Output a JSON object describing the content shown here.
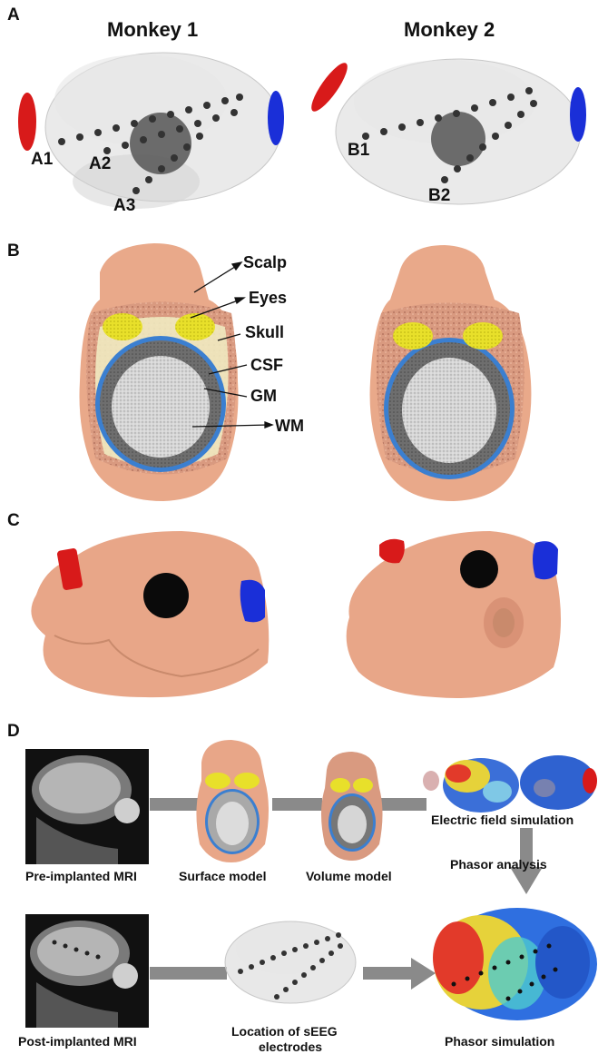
{
  "panels": {
    "a": "A",
    "b": "B",
    "c": "C",
    "d": "D"
  },
  "panel_a": {
    "monkey1_title": "Monkey 1",
    "monkey2_title": "Monkey 2",
    "electrodes": [
      "A1",
      "A2",
      "A3",
      "B1",
      "B2"
    ]
  },
  "panel_b": {
    "tissues": [
      "Scalp",
      "Eyes",
      "Skull",
      "CSF",
      "GM",
      "WM"
    ]
  },
  "panel_d": {
    "pre_mri": "Pre-implanted MRI",
    "surface_model": "Surface model",
    "volume_model": "Volume model",
    "efield": "Electric field simulation",
    "phasor_analysis": "Phasor analysis",
    "post_mri": "Post-implanted MRI",
    "location_line1": "Location of sEEG",
    "location_line2": "electrodes",
    "phasor_sim": "Phasor simulation"
  },
  "colors": {
    "anode": "#d81a1a",
    "cathode": "#1a2fd8",
    "skin": "#e9a98a",
    "csf": "#3b7fd0",
    "eyes": "#e8e02a",
    "arrow_gray": "#8a8a8a"
  }
}
